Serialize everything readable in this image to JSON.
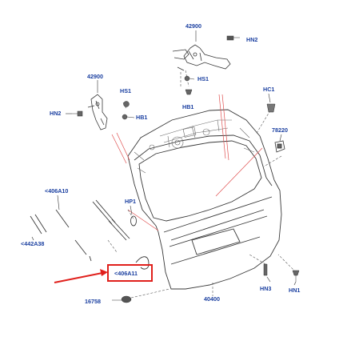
{
  "diagram": {
    "labels": {
      "p42900_top": "42900",
      "hn2_top": "HN2",
      "hs1_upper": "HS1",
      "hb1_upper": "HB1",
      "p42900_left": "42900",
      "hs1_left": "HS1",
      "hn2_left": "HN2",
      "hb1_left": "HB1",
      "hc1": "HC1",
      "p78220": "78220",
      "p406a10": "<406A10",
      "hp1": "HP1",
      "p442a38": "<442A38",
      "p406a11": "<406A11",
      "hn3": "HN3",
      "hn1": "HN1",
      "p40400": "40400",
      "p16758": "16758"
    },
    "highlight_color": "#e0201c",
    "label_color": "#1a3fa0"
  }
}
